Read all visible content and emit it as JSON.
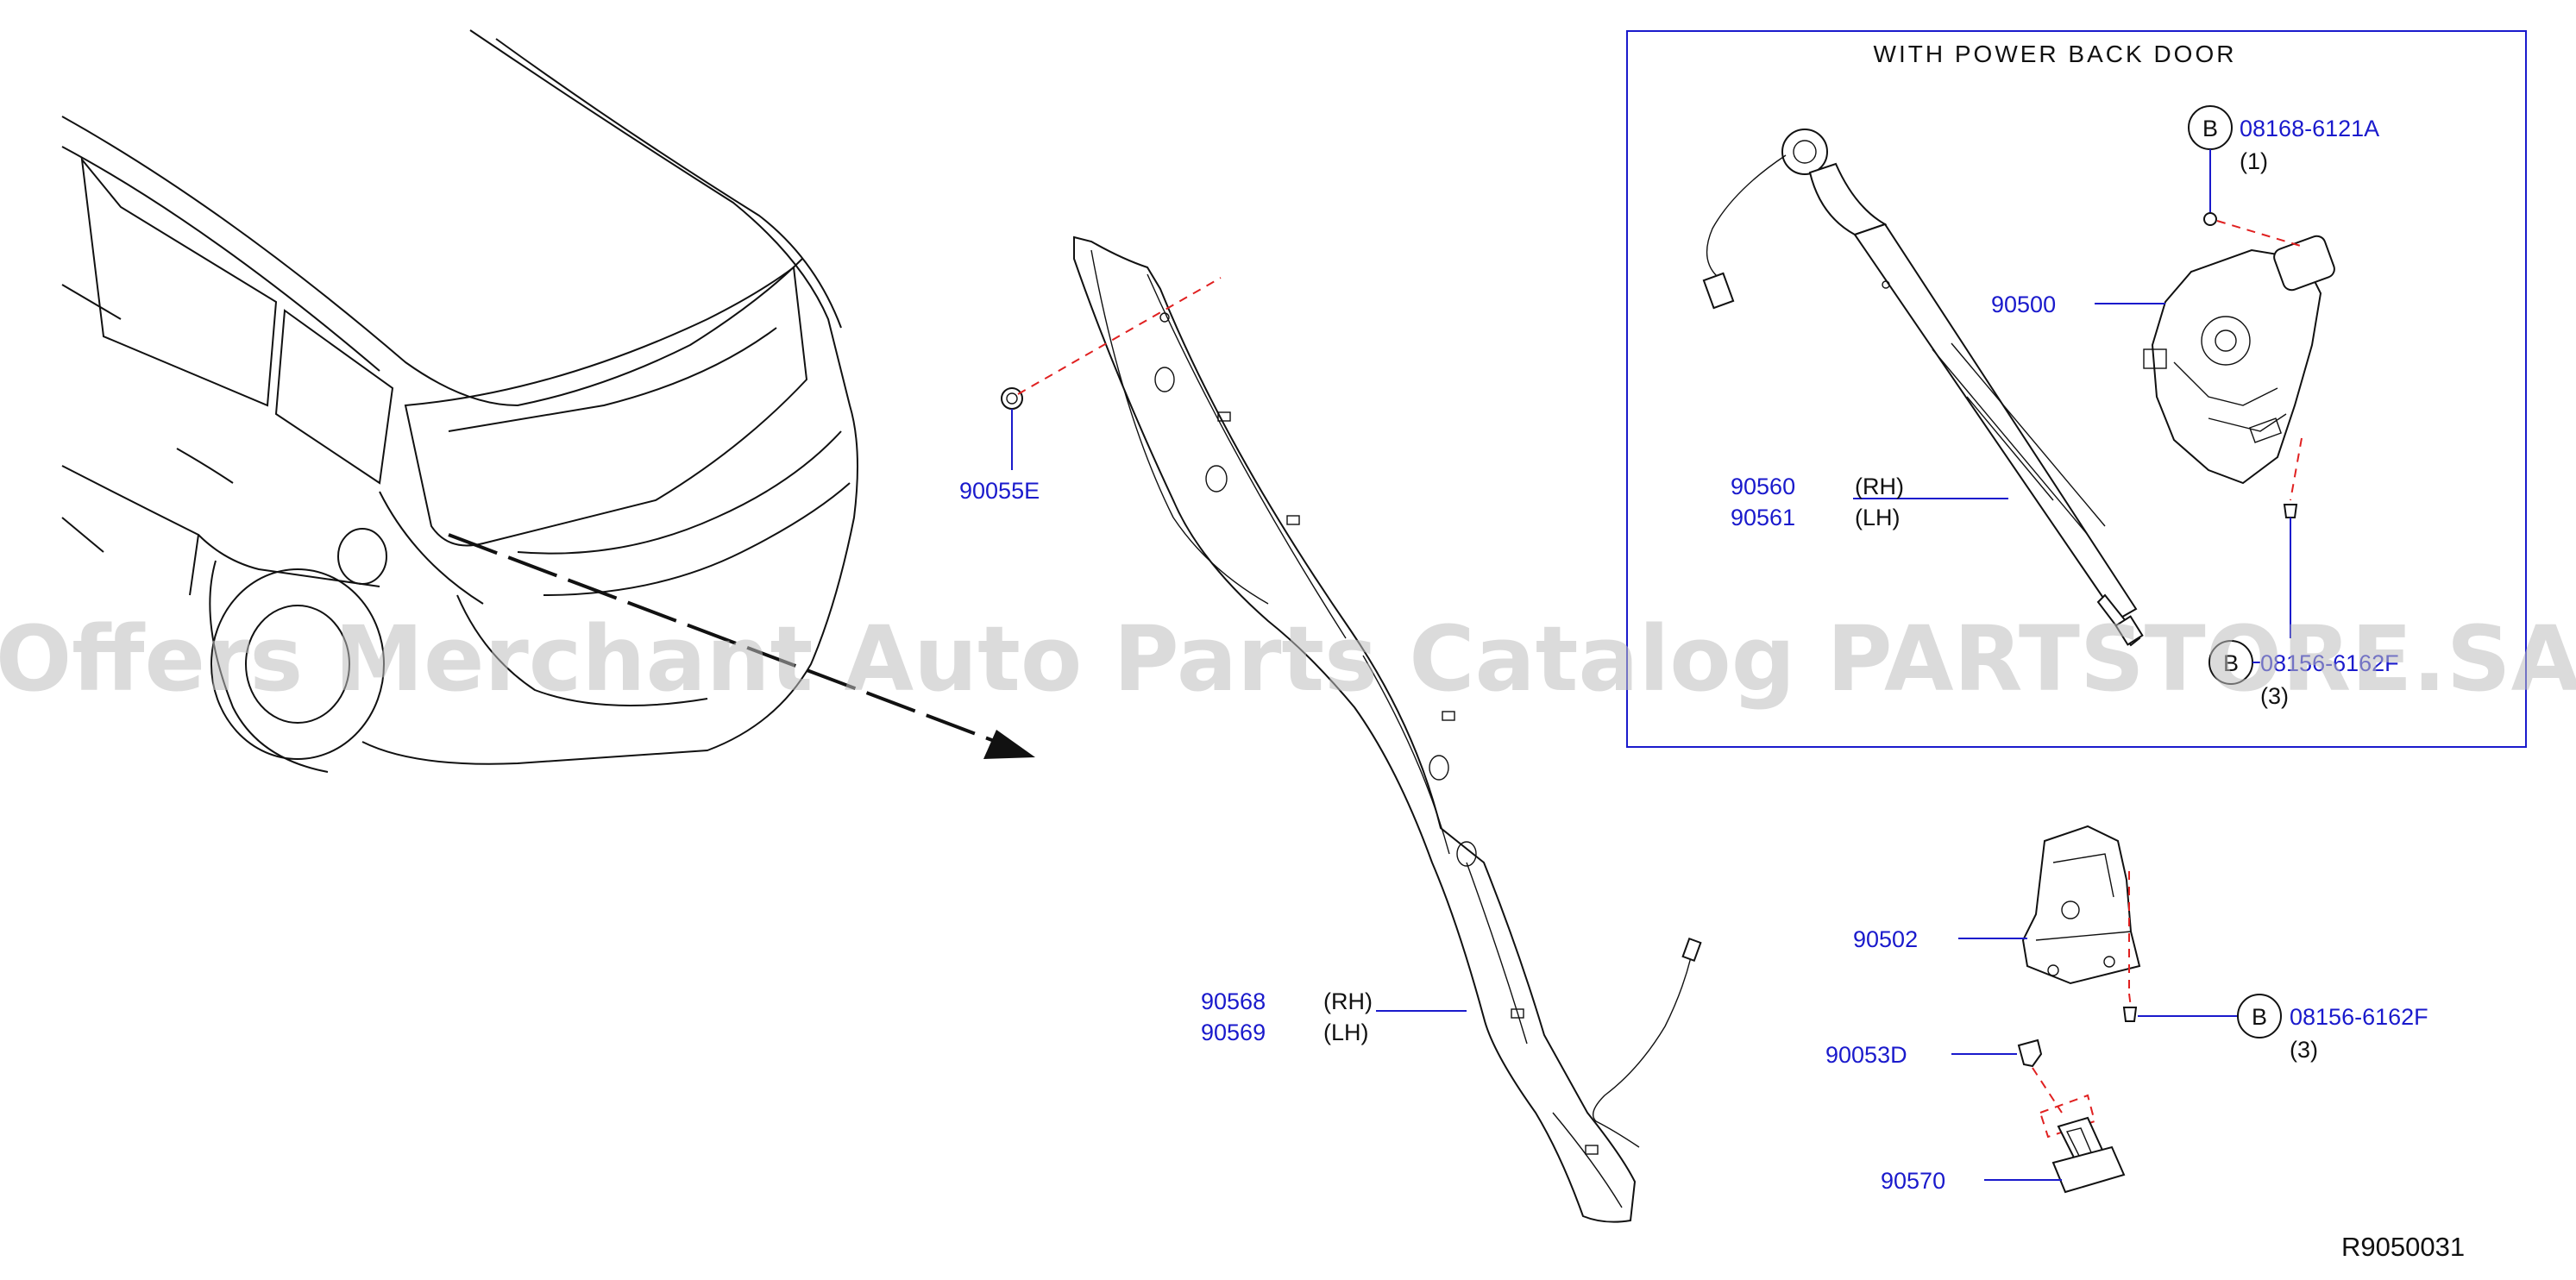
{
  "inset": {
    "title": "WITH POWER BACK DOOR"
  },
  "callouts": {
    "bolt_b_top": {
      "badge": "B",
      "part": "08168-6121A",
      "qty": "(1)"
    },
    "motor": {
      "part": "90500"
    },
    "strut": {
      "part_rh": "90560",
      "side_rh": "(RH)",
      "part_lh": "90561",
      "side_lh": "(LH)"
    },
    "bolt_b_inset_bottom": {
      "badge": "B",
      "part": "08156-6162F",
      "qty": "(3)"
    },
    "clip": {
      "part": "90055E"
    },
    "trim": {
      "part_rh": "90568",
      "side_rh": "(RH)",
      "part_lh": "90569",
      "side_lh": "(LH)"
    },
    "latch": {
      "part": "90502"
    },
    "bolt_b_lower": {
      "badge": "B",
      "part": "08156-6162F",
      "qty": "(3)"
    },
    "grommet": {
      "part": "90053D"
    },
    "switch": {
      "part": "90570"
    }
  },
  "diagram_ref": "R9050031",
  "watermark": "Offers Merchant Auto Parts Catalog PARTSTORE.SA"
}
